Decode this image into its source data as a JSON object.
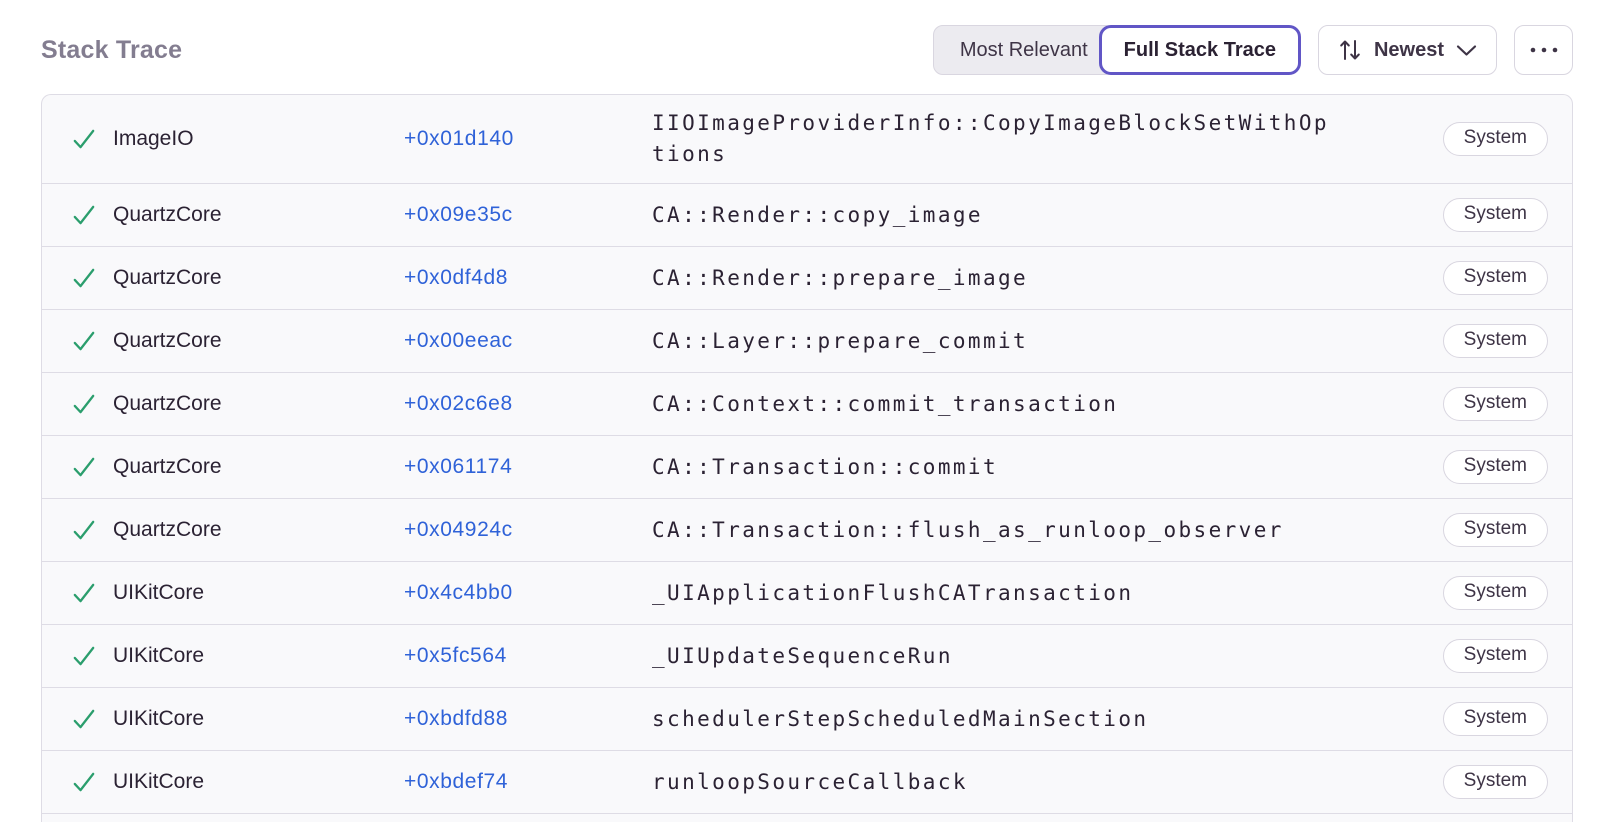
{
  "toolbar": {
    "title": "Stack Trace",
    "view_toggle": [
      {
        "label": "Most Relevant",
        "active": false
      },
      {
        "label": "Full Stack Trace",
        "active": true
      }
    ],
    "sort_button": {
      "label": "Newest",
      "icon": "up-down-arrows",
      "expand_icon": "chevron-down"
    },
    "more_button": {
      "icon": "ellipsis"
    }
  },
  "icons": {
    "frame_status": "green-checkmark",
    "sort": "up-down-arrows",
    "chevron": "chevron-down",
    "more": "ellipsis"
  },
  "colors": {
    "accent_purple": "#6156C6",
    "offset_link_blue": "#2F62D8",
    "checkmark_green": "#2B9E6D",
    "title_gray": "#837D90",
    "text_dark": "#2B2233",
    "row_background": "#F9F9FB",
    "border": "#D9D6E0"
  },
  "stack_trace": {
    "frames": [
      {
        "module": "ImageIO",
        "offset": "+0x01d140",
        "function": "IIOImageProviderInfo::CopyImageBlockSetWithOptions",
        "badge": "System"
      },
      {
        "module": "QuartzCore",
        "offset": "+0x09e35c",
        "function": "CA::Render::copy_image",
        "badge": "System"
      },
      {
        "module": "QuartzCore",
        "offset": "+0x0df4d8",
        "function": "CA::Render::prepare_image",
        "badge": "System"
      },
      {
        "module": "QuartzCore",
        "offset": "+0x00eeac",
        "function": "CA::Layer::prepare_commit",
        "badge": "System"
      },
      {
        "module": "QuartzCore",
        "offset": "+0x02c6e8",
        "function": "CA::Context::commit_transaction",
        "badge": "System"
      },
      {
        "module": "QuartzCore",
        "offset": "+0x061174",
        "function": "CA::Transaction::commit",
        "badge": "System"
      },
      {
        "module": "QuartzCore",
        "offset": "+0x04924c",
        "function": "CA::Transaction::flush_as_runloop_observer",
        "badge": "System"
      },
      {
        "module": "UIKitCore",
        "offset": "+0x4c4bb0",
        "function": "_UIApplicationFlushCATransaction",
        "badge": "System"
      },
      {
        "module": "UIKitCore",
        "offset": "+0x5fc564",
        "function": "_UIUpdateSequenceRun",
        "badge": "System"
      },
      {
        "module": "UIKitCore",
        "offset": "+0xbdfd88",
        "function": "schedulerStepScheduledMainSection",
        "badge": "System"
      },
      {
        "module": "UIKitCore",
        "offset": "+0xbdef74",
        "function": "runloopSourceCallback",
        "badge": "System"
      }
    ]
  }
}
